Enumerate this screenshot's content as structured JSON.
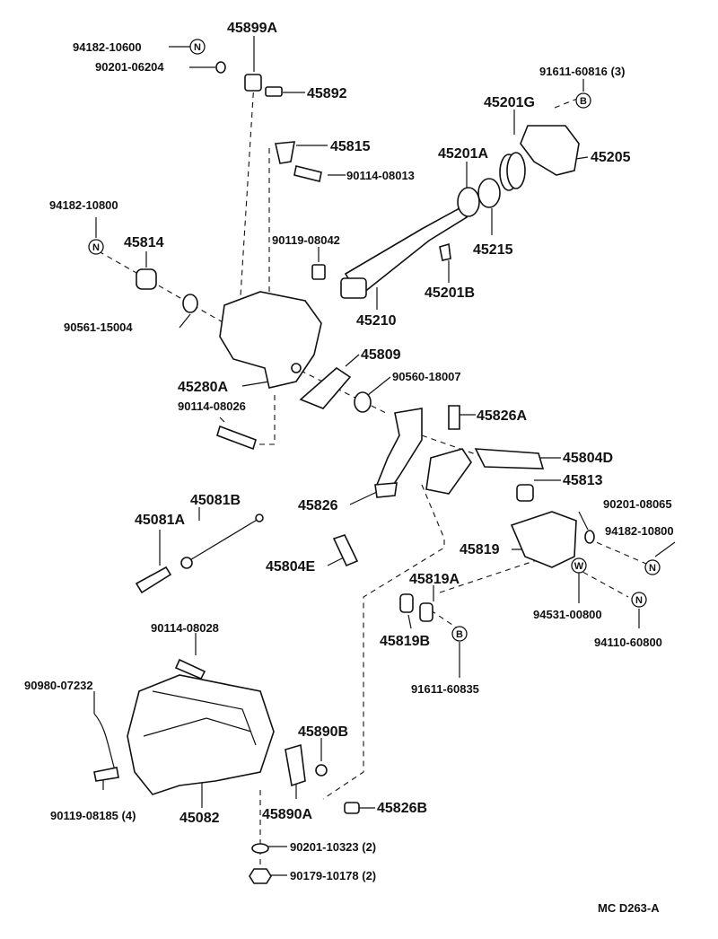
{
  "diagram": {
    "code": "MC D263-A",
    "labels": {
      "p94182_10600": "94182-10600",
      "p45899A": "45899A",
      "p90201_06204": "90201-06204",
      "p45892": "45892",
      "p45815": "45815",
      "p90114_08013": "90114-08013",
      "p94182_10800a": "94182-10800",
      "p45814": "45814",
      "p90119_08042": "90119-08042",
      "p90561_15004": "90561-15004",
      "p45210": "45210",
      "p45201B": "45201B",
      "p45201A": "45201A",
      "p45201G": "45201G",
      "p91611_60816": "91611-60816 (3)",
      "p45205": "45205",
      "p45215": "45215",
      "p45809": "45809",
      "p45280A": "45280A",
      "p90560_18007": "90560-18007",
      "p90114_08026": "90114-08026",
      "p45826A": "45826A",
      "p45804D": "45804D",
      "p45813": "45813",
      "p45826": "45826",
      "p90201_08065": "90201-08065",
      "p94182_10800b": "94182-10800",
      "p45081B": "45081B",
      "p45081A": "45081A",
      "p45819": "45819",
      "p45804E": "45804E",
      "p45819A": "45819A",
      "p94531_00800": "94531-00800",
      "p45819B": "45819B",
      "p94110_60800": "94110-60800",
      "p90114_08028": "90114-08028",
      "p91611_60835": "91611-60835",
      "p90980_07232": "90980-07232",
      "p45890B": "45890B",
      "p90119_08185": "90119-08185 (4)",
      "p45082": "45082",
      "p45890A": "45890A",
      "p45826B": "45826B",
      "p90201_10323": "90201-10323 (2)",
      "p90179_10178": "90179-10178 (2)"
    },
    "badges": {
      "n": "N",
      "b": "B",
      "w": "W"
    }
  }
}
